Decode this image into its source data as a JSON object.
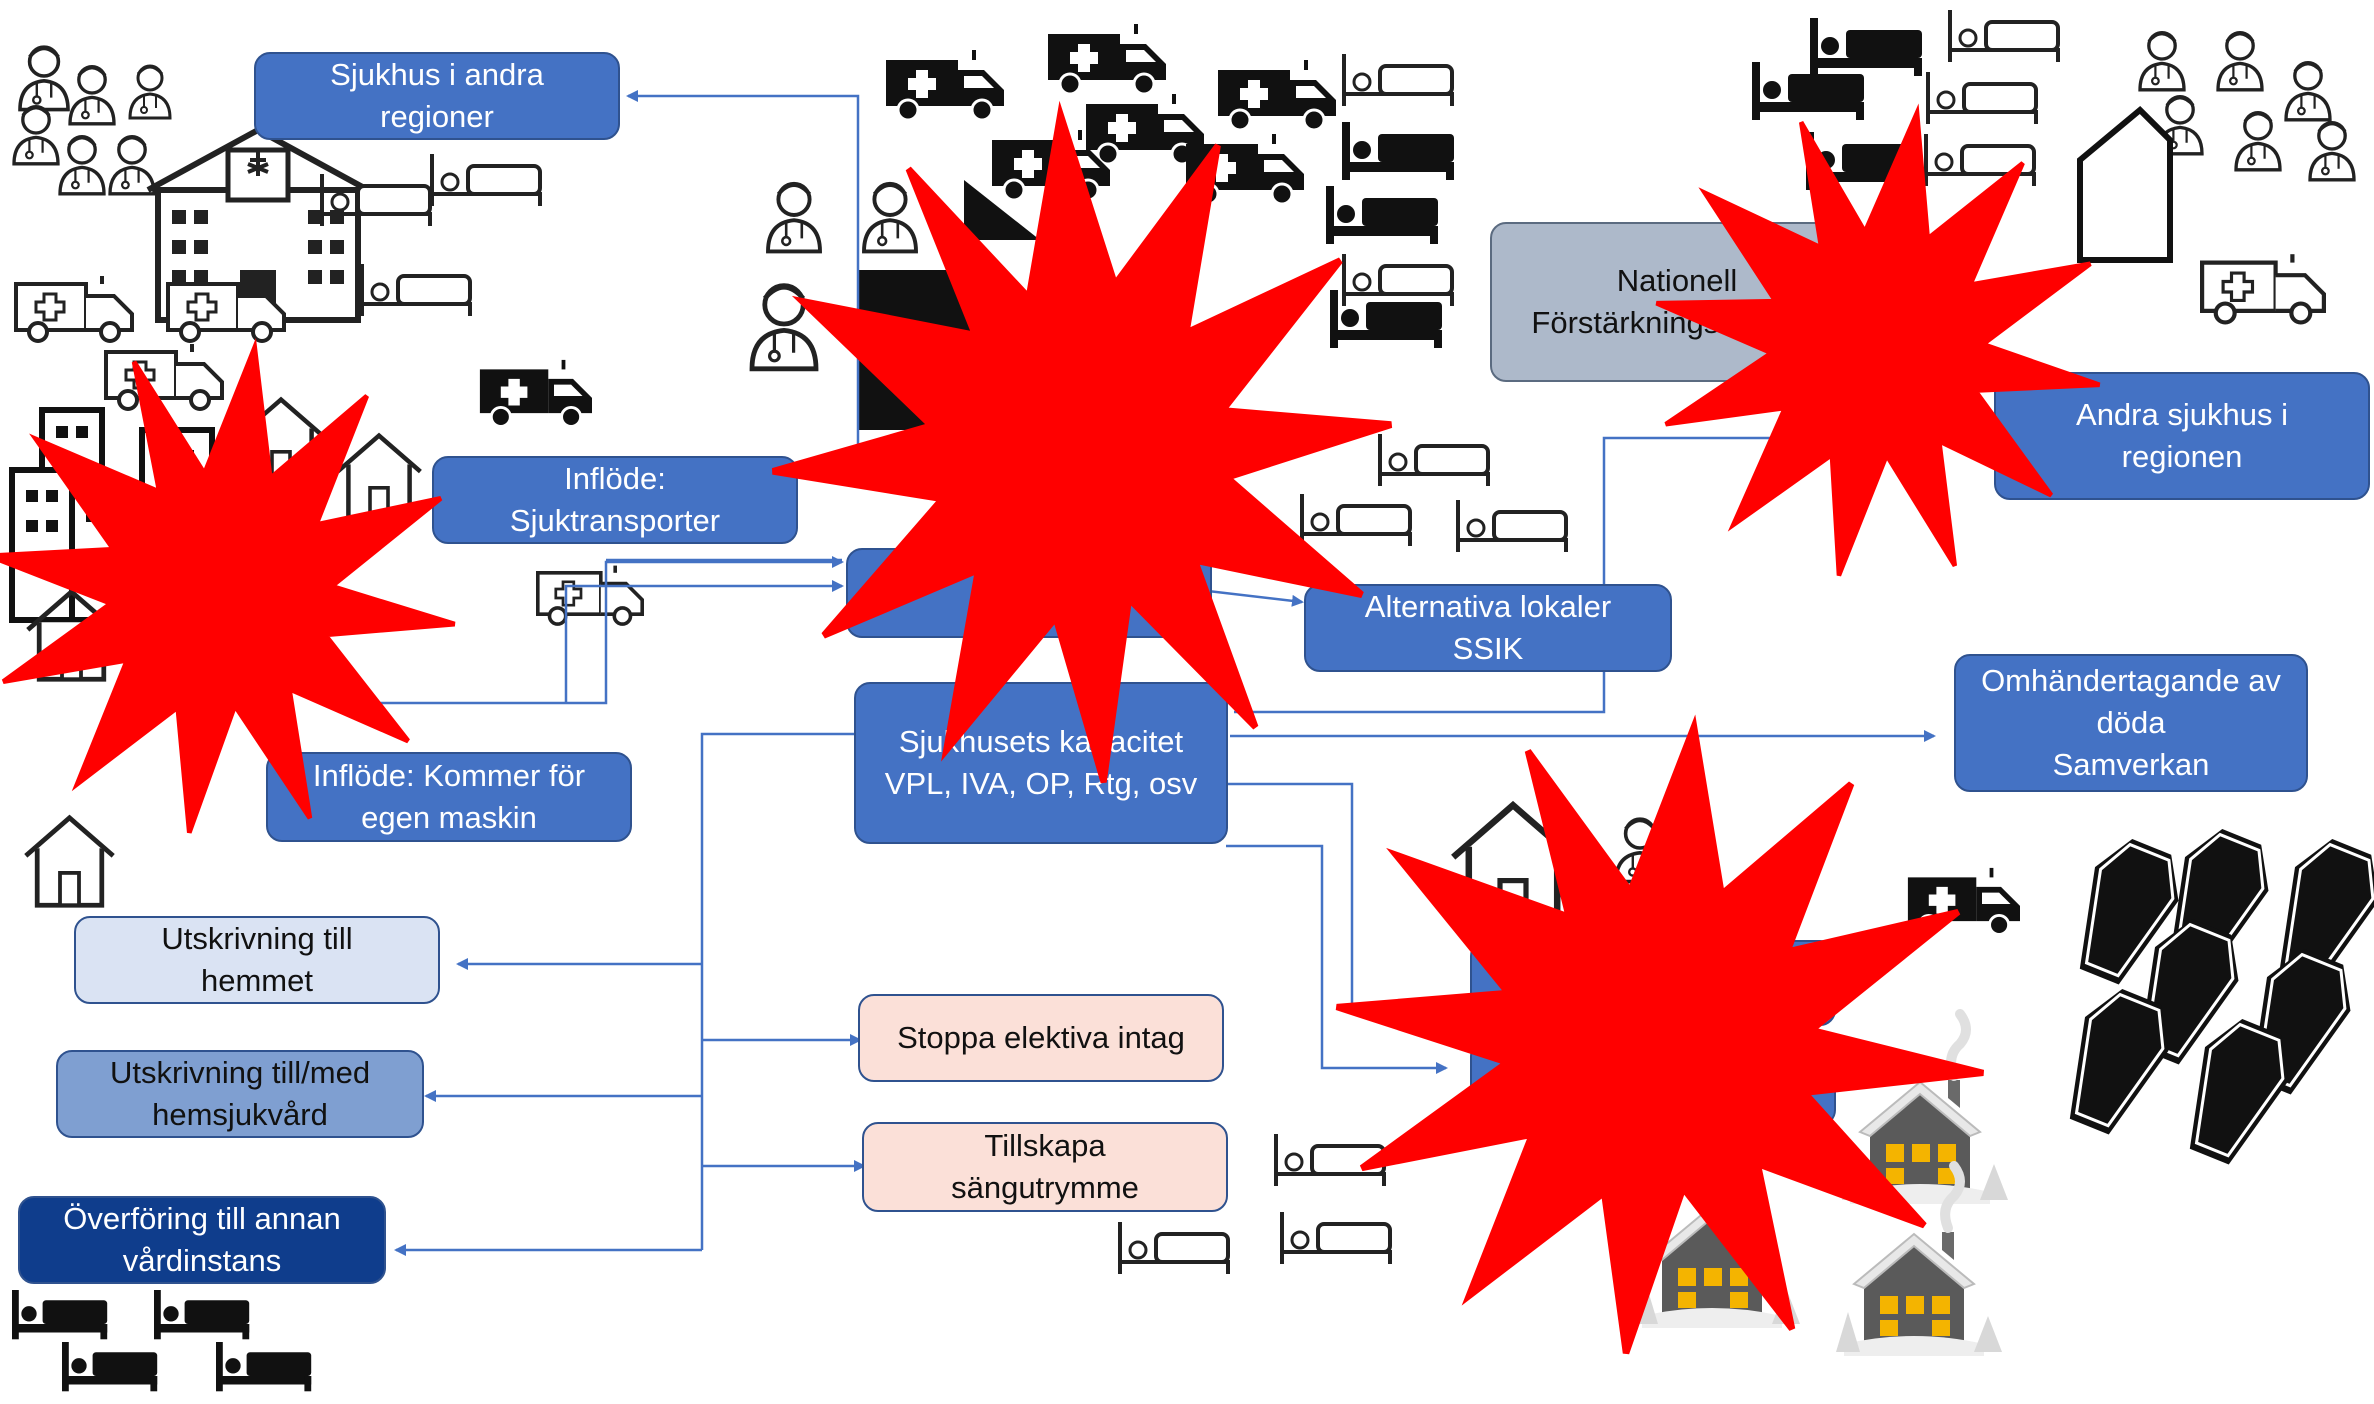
{
  "boxes": {
    "sjukhus_andra": "Sjukhus i andra\nregioner",
    "inflode_sjuktransporter": "Inflöde:\nSjuktransporter",
    "inflode_egen": "Inflöde: Kommer för\negen maskin",
    "kapacitet": "Sjukhusets kapacitet\nVPL, IVA, OP, Rtg, osv",
    "alternativa": "Alternativa lokaler\nSSIK",
    "nationell": "Nationell\nFörstärkningsresurs?",
    "sjukhus_regionen": "Andra sjukhus i\nregionen",
    "omhandertagande": "Omhändertagande av\ndöda\nSamverkan",
    "utskrivning_hemmet": "Utskrivning till\nhemmet",
    "utskrivning_hemsjukvard": "Utskrivning till/med\nhemsjukvård",
    "overforing": "Överföring till annan\nvårdinstans",
    "stoppa": "Stoppa elektiva intag",
    "tillskapa": "Tillskapa\nsängutrymme"
  },
  "colors": {
    "box_blue": "#4472c4",
    "box_light": "#dae3f3",
    "box_mid": "#7f9fd1",
    "box_dark": "#0f3d8c",
    "box_pink": "#fbe0d8",
    "box_grey": "#adb9ca",
    "burst_red": "#ff0000",
    "arrow": "#4472c4"
  },
  "icons": [
    "hospital-icon",
    "ambulance-icon",
    "bed-icon",
    "healthcare-worker-icon",
    "house-icon",
    "city-buildings-icon",
    "coffin-icon",
    "snowy-house-icon",
    "explosion-burst-icon"
  ]
}
